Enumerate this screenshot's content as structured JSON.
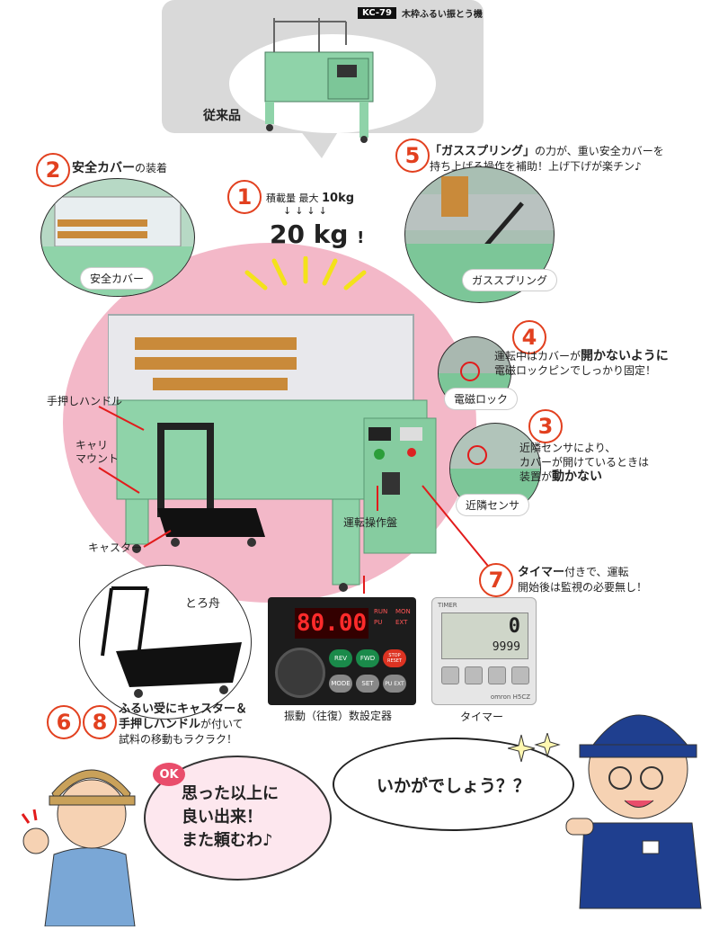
{
  "top_panel": {
    "model_badge": "KC-79",
    "model_title": "木枠ふるい振とう機",
    "caption": "従来品"
  },
  "item2": {
    "number": "2",
    "title": "安全カバー",
    "suffix": "の装着",
    "tag": "安全カバー"
  },
  "item1": {
    "number": "1",
    "line1_prefix": "積載量 最大",
    "line1_value": "10kg",
    "arrows": "↓↓↓↓",
    "big": "20 kg",
    "exclaim": "!"
  },
  "item5": {
    "number": "5",
    "line1_bold": "「ガススプリング」",
    "line1_rest": "の力が、重い安全カバーを",
    "line2": "持ち上げる操作を補助！上げ下げが楽チン♪",
    "tag": "ガススプリング"
  },
  "item4": {
    "number": "4",
    "line1_pre": "運転中はカバーが",
    "line1_bold": "開かないように",
    "line2": "電磁ロックピンでしっかり固定！",
    "tag": "電磁ロック"
  },
  "item3": {
    "number": "3",
    "line1": "近隣センサにより、",
    "line2": "カバーが開けているときは",
    "line3_pre": "装置が",
    "line3_bold": "動かない",
    "tag": "近隣センサ"
  },
  "labels": {
    "handle": "手押しハンドル",
    "carry_mount": "キャリ\nマウント",
    "caster": "キャスター",
    "panel": "運転操作盤",
    "tray": "とろ舟"
  },
  "item7": {
    "number": "7",
    "line1_bold": "タイマー",
    "line1_rest": "付きで、運転",
    "line2": "開始後は監視の必要無し！"
  },
  "controller": {
    "display": "80.00",
    "leds": [
      "RUN",
      "MON",
      "PU",
      "EXT"
    ],
    "buttons": [
      "REV",
      "FWD",
      "STOP RESET",
      "MODE",
      "SET",
      "PU EXT"
    ],
    "caption": "振動（往復）数設定器"
  },
  "timer": {
    "header": "TIMER",
    "display_top": "0",
    "display_bottom": "9999",
    "brand": "omron H5CZ",
    "caption": "タイマー"
  },
  "item68": {
    "numbers": [
      "6",
      "8"
    ],
    "line1_bold": "ふるい受にキャスター＆",
    "line2_bold": "手押しハンドル",
    "line2_rest": "が付いて",
    "line3": "試料の移動もラクラク！"
  },
  "bubble_left": {
    "ok": "OK",
    "lines": [
      "思った以上に",
      "良い出来！",
      "また頼むわ♪"
    ]
  },
  "bubble_right": {
    "text": "いかがでしょう？？"
  },
  "colors": {
    "machine": "#8fd3a9",
    "pink": "#f3b8c8",
    "red": "#e2401f",
    "blue": "#1f3f8f"
  }
}
